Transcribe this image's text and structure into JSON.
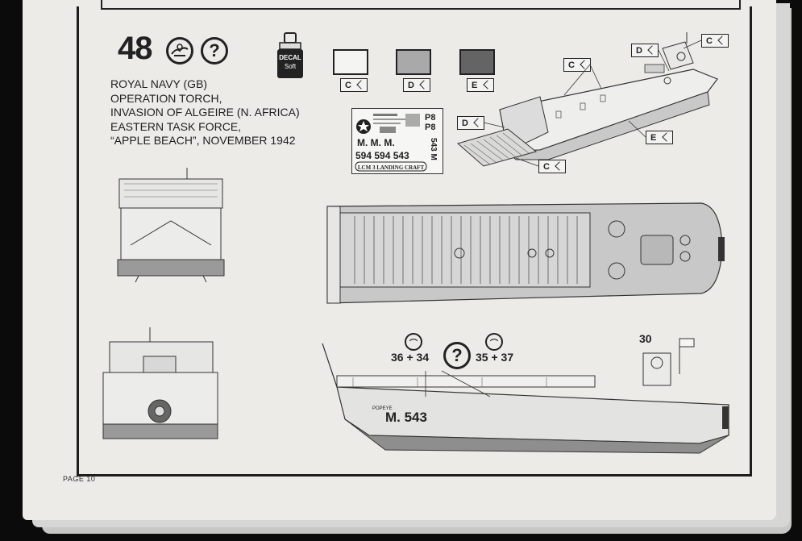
{
  "step": {
    "number": "48",
    "question_mark": "?",
    "caption_lines": [
      "ROYAL NAVY (GB)",
      "OPERATION TORCH,",
      "INVASION OF ALGEIRE (N. AFRICA)",
      "EASTERN TASK FORCE,",
      "“APPLE BEACH”, NOVEMBER 1942"
    ]
  },
  "decal_bottle": {
    "line1": "DECAL",
    "line2": "Soft"
  },
  "swatches": [
    {
      "code": "C",
      "color": "#f4f4f2"
    },
    {
      "code": "D",
      "color": "#a9a9a9"
    },
    {
      "code": "E",
      "color": "#646464"
    }
  ],
  "decal_sheet": {
    "codes": [
      "P8",
      "P8"
    ],
    "lines": [
      "M. M. M.",
      "594 594 543",
      "LCM 3 LANDING CRAFT"
    ],
    "side_text": "543 M"
  },
  "callouts": {
    "iso_top_right": "C",
    "iso_d_top": "D",
    "iso_c_left": "C",
    "iso_d_ramp": "D",
    "iso_e": "E",
    "iso_c_bottom": "C"
  },
  "side_view": {
    "hull_marking": "M. 543",
    "hull_small": "POPEYE",
    "flag_part": "30",
    "part_group_left": "36 + 34",
    "part_group_right": "35 + 37",
    "question_mark": "?"
  },
  "footer": {
    "page_label": "PAGE 10"
  }
}
